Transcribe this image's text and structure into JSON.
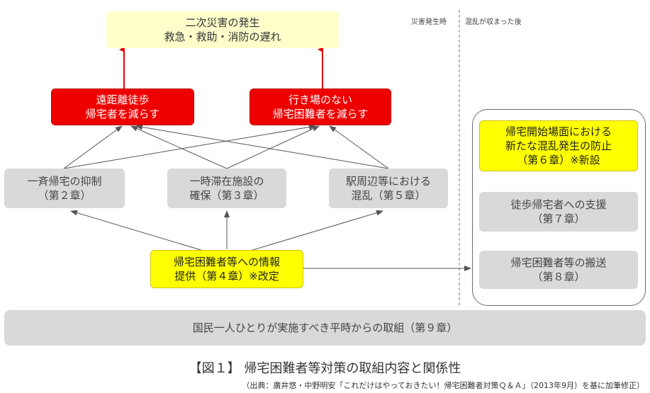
{
  "header": {
    "left_label": "災害発生時",
    "right_label": "混乱が収まった後"
  },
  "top_box": {
    "text": "二次災害の発生\n救急・救助・消防の遅れ"
  },
  "red_boxes": [
    {
      "text": "遠距離徒歩\n帰宅者を減らす"
    },
    {
      "text": "行き場のない\n帰宅困難者を減らす"
    }
  ],
  "middle_boxes": [
    {
      "text": "一斉帰宅の抑制\n（第２章）"
    },
    {
      "text": "一時滞在施設の\n確保（第３章）"
    },
    {
      "text": "駅周辺等における\n混乱（第５章）"
    }
  ],
  "info_box": {
    "text": "帰宅困難者等への情報\n提供（第４章）※改定"
  },
  "right_panel": {
    "items": [
      {
        "text": "帰宅開始場面における\n新たな混乱発生の防止\n（第６章）※新設"
      },
      {
        "text": "徒歩帰宅者への支援\n（第７章）"
      },
      {
        "text": "帰宅困難者等の搬送\n（第８章）"
      }
    ]
  },
  "bottom_bar": {
    "text": "国民一人ひとりが実施すべき平時からの取組（第９章）"
  },
  "caption": "【図１】 帰宅困難者等対策の取組内容と関係性",
  "source": "（出典：廣井悠・中野明安「これだけはやっておきたい！帰宅困難者対策Ｑ＆Ａ」（2013年9月）を基に加筆修正）",
  "colors": {
    "red": "#ee0000",
    "yellow": "#ffff00",
    "cream": "#ffffcc",
    "grey": "#d9d9d9"
  }
}
